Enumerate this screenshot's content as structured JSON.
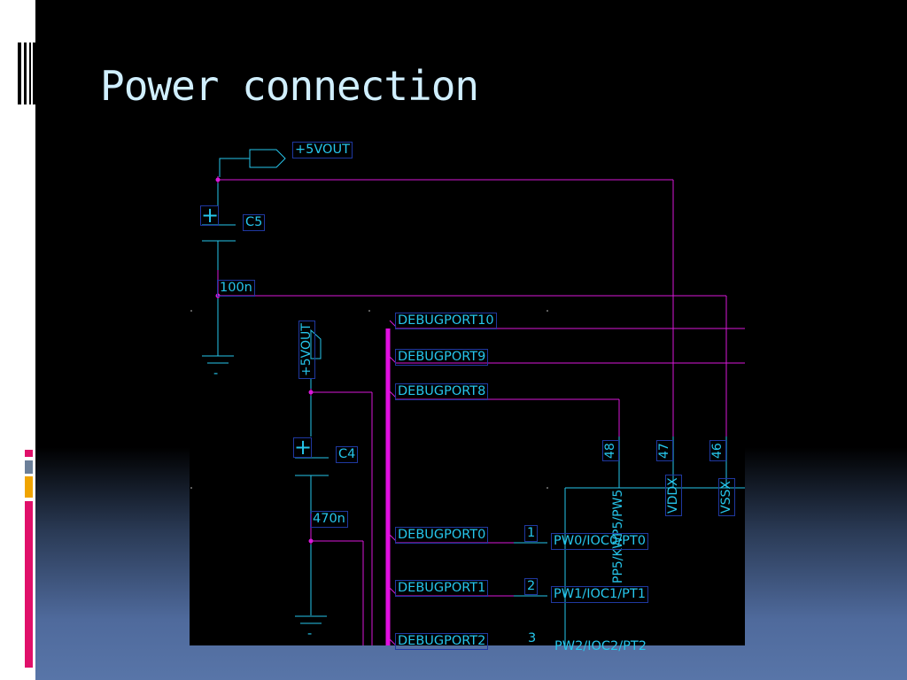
{
  "slide": {
    "title": "Power connection"
  },
  "schematic": {
    "nets": {
      "vout_top": "+5VOUT",
      "vout_left": "+5VOUT"
    },
    "capacitors": {
      "c5": {
        "name": "C5",
        "value": "100n",
        "polarity": "+"
      },
      "c4": {
        "name": "C4",
        "value": "470n",
        "polarity": "+"
      }
    },
    "ground_symbol": "-",
    "debug_ports": {
      "p10": "DEBUGPORT10",
      "p9": "DEBUGPORT9",
      "p8": "DEBUGPORT8",
      "p0": "DEBUGPORT0",
      "p1": "DEBUGPORT1",
      "p2": "DEBUGPORT2"
    },
    "top_pins": [
      {
        "number": "48",
        "name": "PP5/KWP5/PW5"
      },
      {
        "number": "47",
        "name": "VDDX"
      },
      {
        "number": "46",
        "name": "VSSX"
      }
    ],
    "left_pins": [
      {
        "number": "1",
        "name": "PW0/IOC0/PT0"
      },
      {
        "number": "2",
        "name": "PW1/IOC1/PT1"
      },
      {
        "number": "3",
        "name": "PW2/IOC2/PT2"
      }
    ]
  },
  "colors": {
    "wire": "#d818d8",
    "bus": "#e010e0",
    "component": "#26c6ec",
    "title": "#d0efff",
    "accent_pink": "#e0106a",
    "accent_orange": "#f0a400",
    "accent_gray": "#6b7f99"
  }
}
